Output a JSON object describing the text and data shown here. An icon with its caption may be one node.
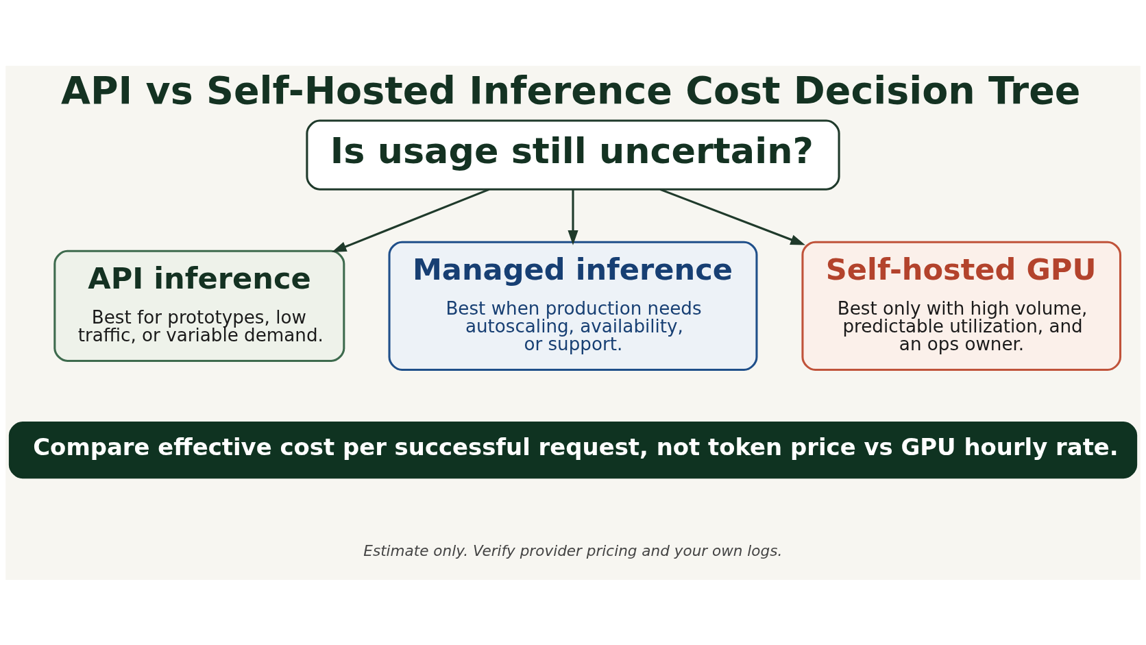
{
  "diagram": {
    "title": "API vs Self-Hosted Inference Cost Decision Tree",
    "caption": "Estimate only. Verify provider pricing and your own logs.",
    "nodes": [
      {
        "text": [
          "Is usage still uncertain?"
        ]
      },
      {
        "text": [
          "API inference",
          "Best for prototypes, low traffic, or variable demand."
        ]
      },
      {
        "text": [
          "Managed inference",
          "Best when production needs autoscaling, availability, or support."
        ]
      },
      {
        "text": [
          "Self-hosted GPU",
          "Best only with high volume, predictable utilization, and an ops owner."
        ]
      },
      {
        "text": [
          "Compare effective cost per successful request, not token price vs GPU hourly rate."
        ]
      }
    ],
    "edges": [
      {
        "from": 0,
        "to": 1,
        "arrow": "to"
      },
      {
        "from": 0,
        "to": 2,
        "arrow": "to"
      },
      {
        "from": 0,
        "to": 3,
        "arrow": "to"
      }
    ]
  }
}
